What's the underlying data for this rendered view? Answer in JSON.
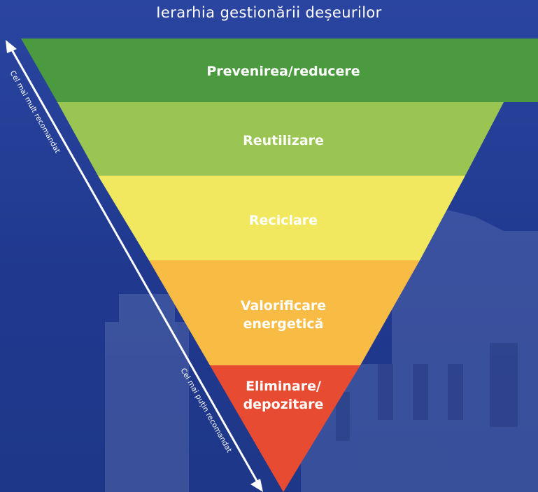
{
  "title": "Ierarhia gestionării deșeurilor",
  "levels": [
    {
      "label": "Prevenirea/reducere",
      "color": "#4b9a3f"
    },
    {
      "label": "Reutilizare",
      "color": "#9bc553"
    },
    {
      "label": "Reciclare",
      "color": "#f1e85f"
    },
    {
      "label": "Valorificare\nenergetică",
      "color": "#f8bb44"
    },
    {
      "label": "Eliminare/\ndepozitare",
      "color": "#e74c33"
    }
  ],
  "axis": {
    "top_label": "Cel mai mult recomandat",
    "bottom_label": "Cel mai puțin recomandat",
    "color": "#ffffff"
  }
}
